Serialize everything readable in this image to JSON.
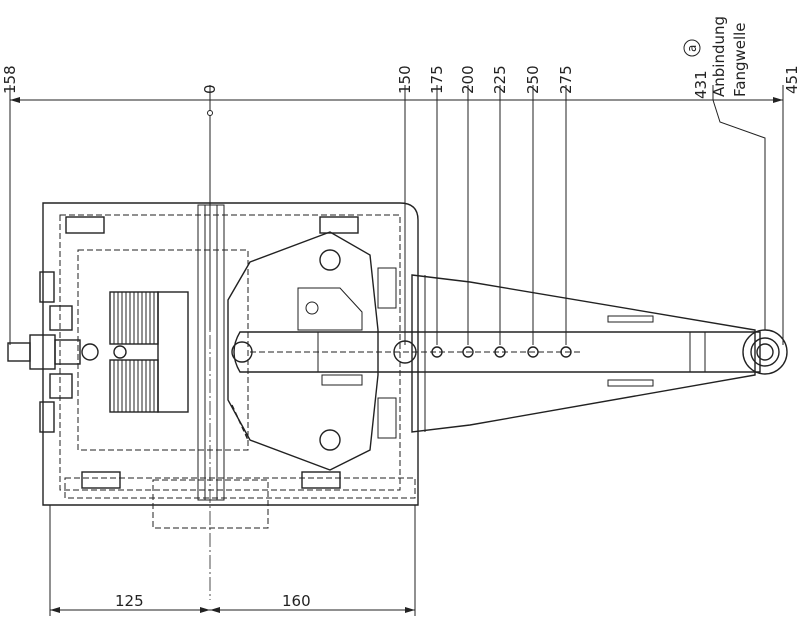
{
  "drawing": {
    "top_dimensions": [
      "158",
      "0",
      "150",
      "175",
      "200",
      "225",
      "250",
      "275",
      "431",
      "451"
    ],
    "bottom_dimensions": [
      "125",
      "160"
    ],
    "annotation": {
      "marker": "a",
      "line1": "Anbindung",
      "line2": "Fangwelle"
    }
  }
}
